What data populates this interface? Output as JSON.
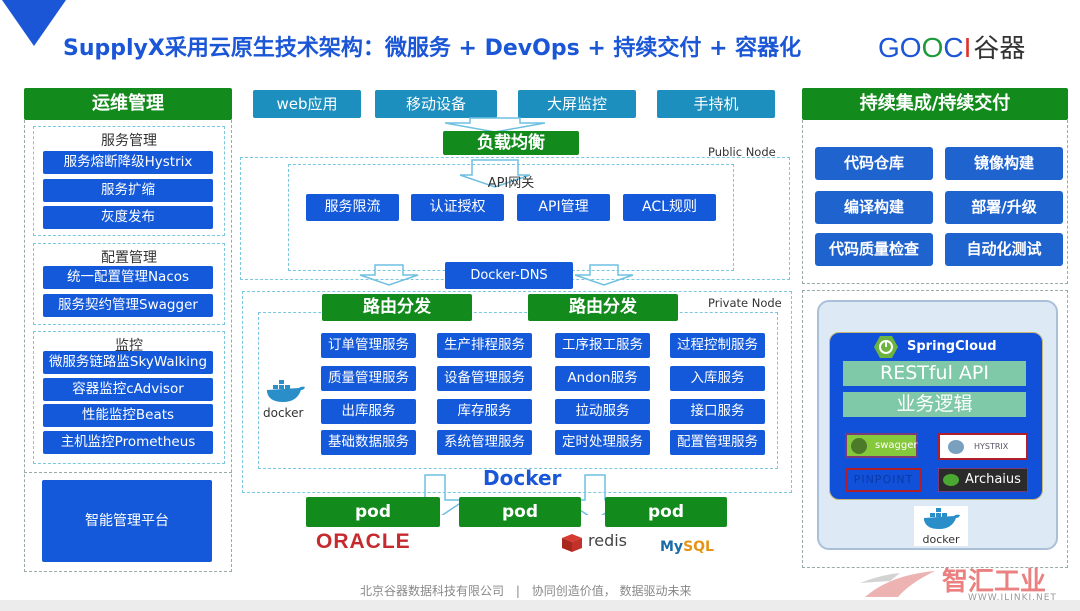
{
  "header": {
    "title": "SupplyX采用云原生技术架构：微服务 + DevOps + 持续交付 + 容器化",
    "logo": {
      "g": "G",
      "o1": "O",
      "o2": "O",
      "c": "C",
      "i": "I",
      "cn": "谷器"
    }
  },
  "left_panel": {
    "heading": "运维管理",
    "groups": [
      {
        "title": "服务管理",
        "items": [
          "服务熔断降级Hystrix",
          "服务扩缩",
          "灰度发布"
        ]
      },
      {
        "title": "配置管理",
        "items": [
          "统一配置管理Nacos",
          "服务契约管理Swagger"
        ]
      },
      {
        "title": "监控",
        "items": [
          "微服务链路监SkyWalking",
          "容器监控cAdvisor",
          "性能监控Beats",
          "主机监控Prometheus"
        ]
      }
    ],
    "platform": "智能管理平台"
  },
  "center": {
    "clients": [
      "web应用",
      "移动设备",
      "大屏监控",
      "手持机"
    ],
    "load_balancer": "负载均衡",
    "public_node_label": "Public Node",
    "api_gateway": {
      "label": "API网关",
      "items": [
        "服务限流",
        "认证授权",
        "API管理",
        "ACL规则"
      ]
    },
    "docker_dns": "Docker-DNS",
    "routers": [
      "路由分发",
      "路由分发"
    ],
    "private_node_label": "Private Node",
    "docker_logo_text": "docker",
    "services": [
      [
        "订单管理服务",
        "生产排程服务",
        "工序报工服务",
        "过程控制服务"
      ],
      [
        "质量管理服务",
        "设备管理服务",
        "Andon服务",
        "入库服务"
      ],
      [
        "出库服务",
        "库存服务",
        "拉动服务",
        "接口服务"
      ],
      [
        "基础数据服务",
        "系统管理服务",
        "定时处理服务",
        "配置管理服务"
      ]
    ],
    "docker_label": "Docker",
    "pods": [
      "pod",
      "pod",
      "pod"
    ],
    "databases": {
      "oracle": "ORACLE",
      "redis": "redis",
      "mysql_my": "My",
      "mysql_sql": "SQL"
    }
  },
  "right_panel": {
    "heading": "持续集成/持续交付",
    "items": [
      "代码仓库",
      "镜像构建",
      "编译构建",
      "部署/升级",
      "代码质量检查",
      "自动化测试"
    ],
    "springcloud": {
      "title": "SpringCloud",
      "bars": [
        "RESTful API",
        "业务逻辑"
      ],
      "tools": {
        "swagger": "swagger",
        "hystrix": "HYSTRIX",
        "pinpoint": "PINPOINT",
        "archaius": "Archaius"
      },
      "docker": "docker"
    }
  },
  "footer": {
    "company": "北京谷器数据科技有限公司",
    "separator": "|",
    "slogan": "协同创造价值， 数据驱动未来",
    "watermark_cn": "智汇工业",
    "watermark_url": "WWW.ILINKI.NET"
  },
  "colors": {
    "primary_blue": "#1459d9",
    "green": "#138a1c",
    "teal": "#1d8fbf",
    "title_blue": "#1a56d6"
  }
}
